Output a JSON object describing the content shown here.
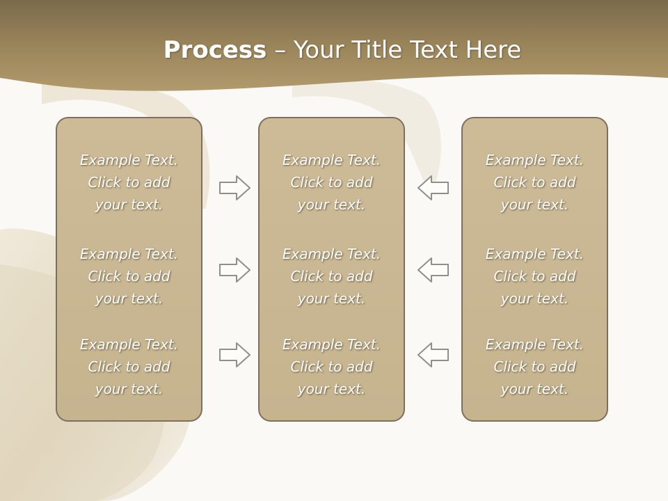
{
  "title": {
    "bold": "Process",
    "dash": " – ",
    "rest": "Your Title Text Here"
  },
  "columns": [
    {
      "items": [
        {
          "line1": "Example Text.",
          "line2": "Click  to add",
          "line3": "your text."
        },
        {
          "line1": "Example Text.",
          "line2": "Click  to add",
          "line3": "your text."
        },
        {
          "line1": "Example Text.",
          "line2": "Click  to add",
          "line3": "your text."
        }
      ]
    },
    {
      "items": [
        {
          "line1": "Example Text.",
          "line2": "Click  to add",
          "line3": "your text."
        },
        {
          "line1": "Example Text.",
          "line2": "Click  to add",
          "line3": "your text."
        },
        {
          "line1": "Example Text.",
          "line2": "Click  to add",
          "line3": "your text."
        }
      ]
    },
    {
      "items": [
        {
          "line1": "Example Text.",
          "line2": "Click  to add",
          "line3": "your text."
        },
        {
          "line1": "Example Text.",
          "line2": "Click  to add",
          "line3": "your text."
        },
        {
          "line1": "Example Text.",
          "line2": "Click  to add",
          "line3": "your text."
        }
      ]
    }
  ],
  "arrows": [
    {
      "icon": "right-arrow-icon"
    },
    {
      "icon": "right-arrow-icon"
    },
    {
      "icon": "right-arrow-icon"
    },
    {
      "icon": "left-arrow-icon"
    },
    {
      "icon": "left-arrow-icon"
    },
    {
      "icon": "left-arrow-icon"
    }
  ],
  "colors": {
    "header": "#a08b62",
    "box_fill": "#c9b793",
    "box_border": "#7d6f5d",
    "arrow_stroke": "#8f8f8f",
    "background": "#fbf9f5"
  }
}
